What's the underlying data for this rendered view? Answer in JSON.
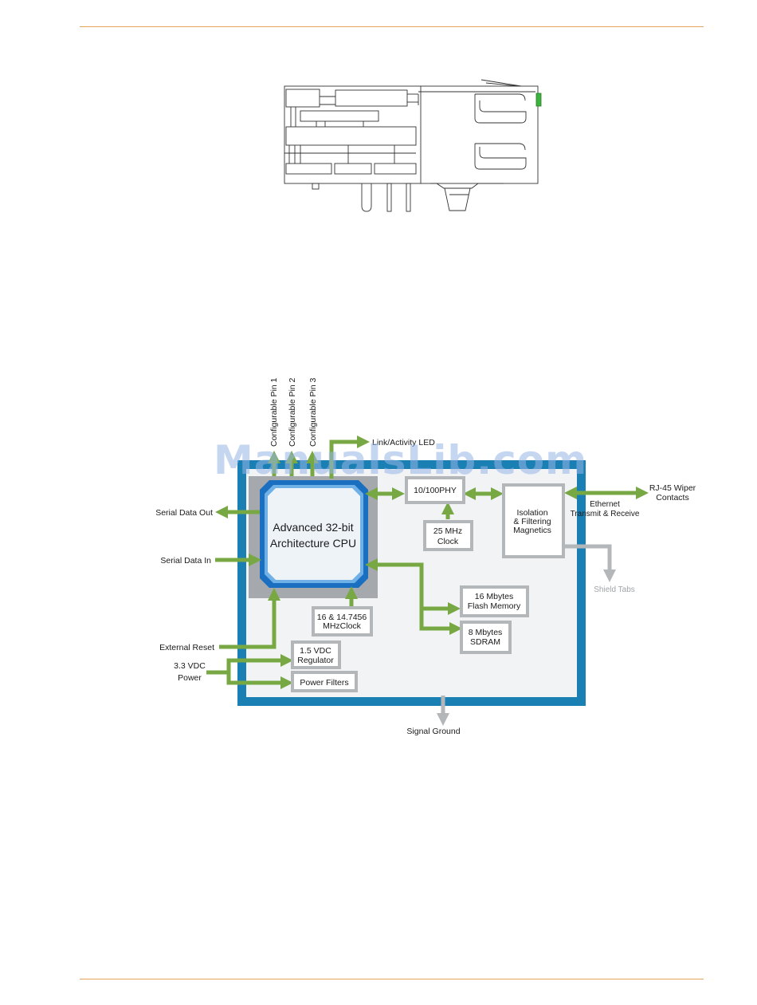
{
  "header_rule_color": "#e8a45c",
  "colors": {
    "frame": "#1a7fb3",
    "arrow": "#78a843",
    "box": "#b4b7ba",
    "cpu": "#1a6fc0",
    "panel": "#f1f3f5"
  },
  "watermark": "ManualsLib.com",
  "block_diagram": {
    "pins": [
      "Configurable Pin 1",
      "Configurable Pin 2",
      "Configurable Pin 3"
    ],
    "link_led": "Link/Activity LED",
    "cpu": {
      "line1": "Advanced 32-bit",
      "line2": "Architecture CPU"
    },
    "phy": "10/100PHY",
    "clock25": {
      "line1": "25 MHz",
      "line2": "Clock"
    },
    "isolation": {
      "line1": "Isolation",
      "line2": "& Filtering",
      "line3": "Magnetics"
    },
    "ethernet": {
      "line1": "Ethernet",
      "line2": "Transmit & Receive"
    },
    "rj45": {
      "line1": "RJ-45 Wiper",
      "line2": "Contacts"
    },
    "shield_tabs": "Shield Tabs",
    "flash": {
      "line1": "16 Mbytes",
      "line2": "Flash Memory"
    },
    "sdram": {
      "line1": "8 Mbytes",
      "line2": "SDRAM"
    },
    "cpu_clock": {
      "line1": "16 & 14.7456",
      "line2": "MHzClock"
    },
    "regulator": {
      "line1": "1.5 VDC",
      "line2": "Regulator"
    },
    "power_filters": "Power Filters",
    "serial_out": "Serial Data Out",
    "serial_in": "Serial Data In",
    "external_reset": "External Reset",
    "power_in": {
      "line1": "3.3 VDC",
      "line2": "Power"
    },
    "signal_ground": "Signal Ground"
  }
}
